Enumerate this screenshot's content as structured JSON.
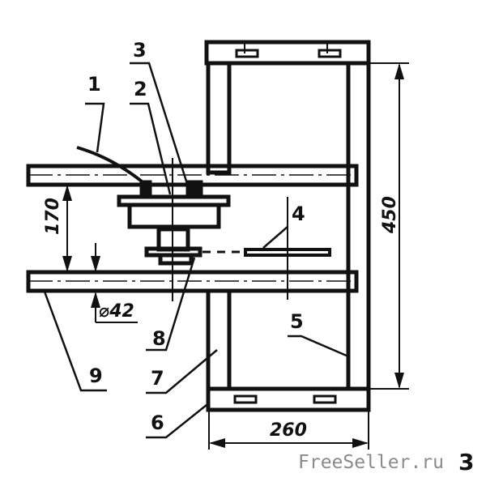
{
  "drawing": {
    "part_labels": [
      "1",
      "2",
      "3",
      "4",
      "5",
      "6",
      "7",
      "8",
      "9"
    ],
    "dimensions": {
      "rail_spacing": "170",
      "frame_height": "450",
      "frame_width": "260",
      "tube_diameter": "⌀42"
    },
    "page_number": "3"
  },
  "watermark": "FreeSeller.ru"
}
